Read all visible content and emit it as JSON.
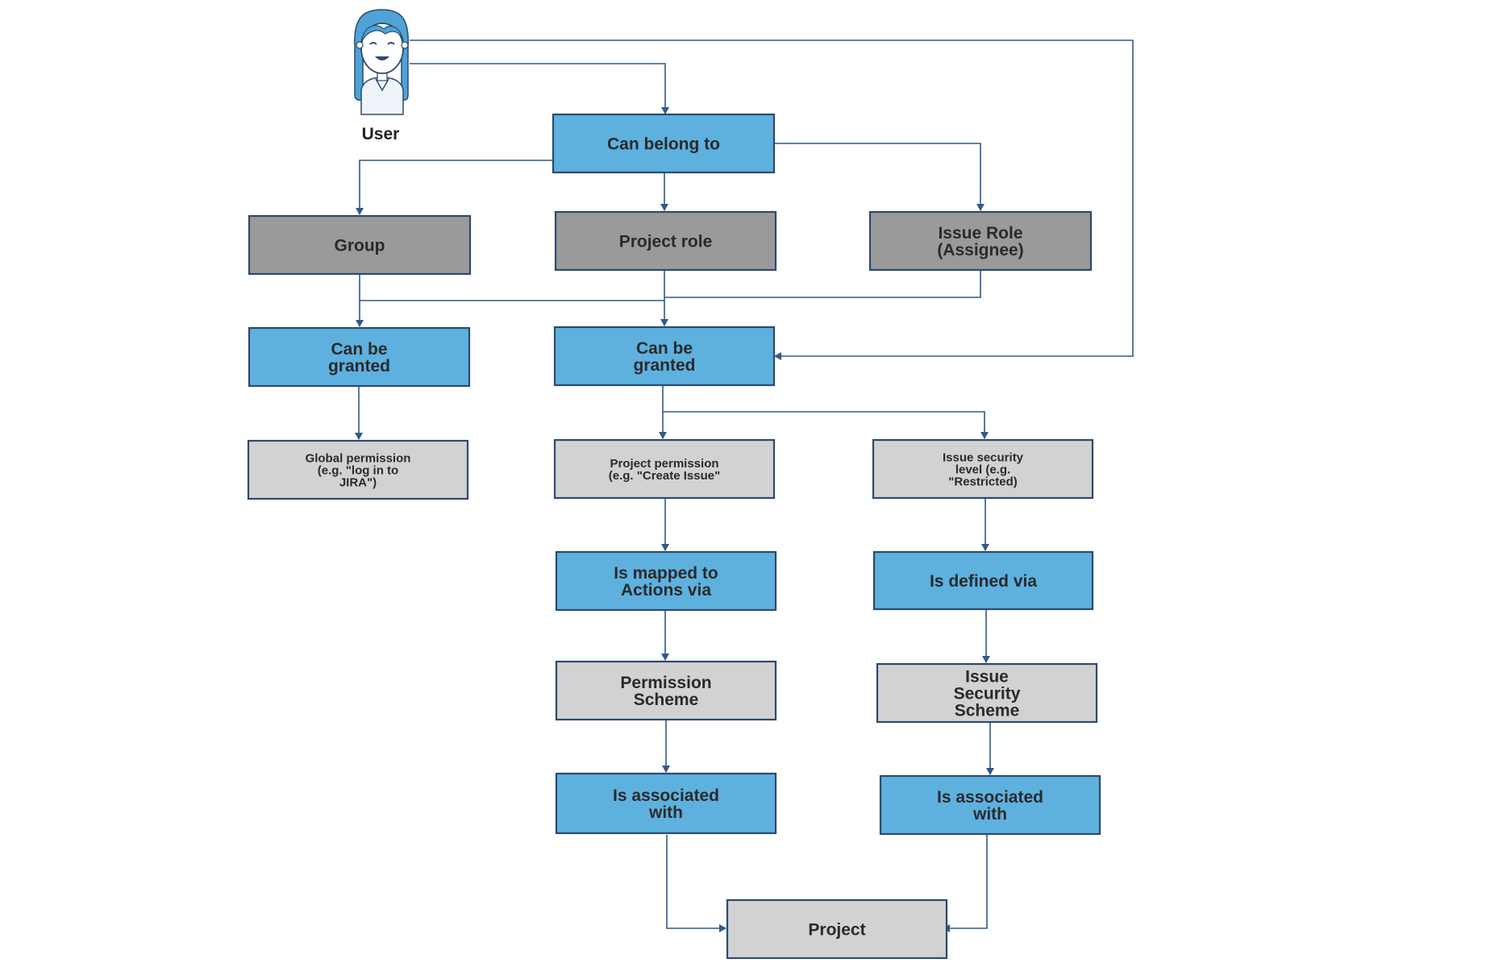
{
  "colors": {
    "action": "#5eb1de",
    "entity": "#9a9a9a",
    "object": "#d2d2d2",
    "border": "#2c4a6e",
    "edge": "#2f5a88",
    "avatar_hair": "#4fa3d6"
  },
  "icons": {
    "user": "user-avatar-icon"
  },
  "user": {
    "label": "User"
  },
  "nodes": {
    "can_belong_to": [
      "Can belong to"
    ],
    "group": [
      "Group"
    ],
    "project_role": [
      "Project role"
    ],
    "issue_role": [
      "Issue Role",
      "(Assignee)"
    ],
    "can_be_granted_global": [
      "Can be",
      "granted"
    ],
    "can_be_granted_project": [
      "Can be",
      "granted"
    ],
    "global_permission": [
      "Global permission",
      "(e.g. \"log in to",
      "JIRA\")"
    ],
    "project_permission": [
      "Project permission",
      "(e.g. \"Create Issue\""
    ],
    "issue_security_level": [
      "Issue security",
      "level (e.g.",
      "\"Restricted)"
    ],
    "is_mapped_to_actions": [
      "Is mapped to",
      "Actions via"
    ],
    "is_defined_via": [
      "Is defined via"
    ],
    "permission_scheme": [
      "Permission",
      "Scheme"
    ],
    "issue_security_scheme": [
      "Issue",
      "Security",
      "Scheme"
    ],
    "is_associated_with_left": [
      "Is associated",
      "with"
    ],
    "is_associated_with_right": [
      "Is associated",
      "with"
    ],
    "project": [
      "Project"
    ]
  }
}
